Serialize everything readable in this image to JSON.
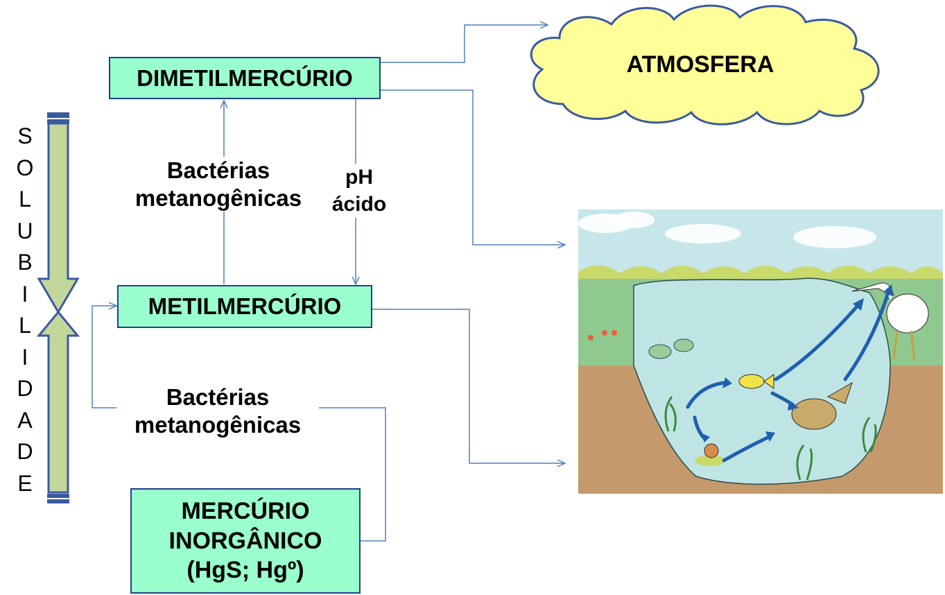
{
  "boxes": {
    "dimetil": "DIMETILMERCÚRIO",
    "metil": "METILMERCÚRIO",
    "inorganico_line1": "MERCÚRIO",
    "inorganico_line2": "INORGÂNICO",
    "inorganico_line3": "(HgS; Hgº)"
  },
  "labels": {
    "bacterias_top_line1": "Bactérias",
    "bacterias_top_line2": "metanogênicas",
    "ph_line1": "pH",
    "ph_line2": "ácido",
    "bacterias_bottom_line1": "Bactérias",
    "bacterias_bottom_line2": "metanogênicas"
  },
  "atmosfera": "ATMOSFERA",
  "solubilidade_letters": [
    "S",
    "O",
    "L",
    "U",
    "B",
    "I",
    "L",
    "I",
    "D",
    "A",
    "D",
    "E"
  ],
  "colors": {
    "box_fill": "#99ffcc",
    "box_border": "#1f3f8f",
    "connector": "#4f81bd",
    "cloud_fill": "#ffff99",
    "cloud_stroke": "#3a5a9f",
    "bar_fill": "#c3d69b",
    "bar_border": "#3a5a9f",
    "water": "#bfe4e4",
    "soil": "#c49a6c",
    "grass": "#8fc98f",
    "fish_arrow": "#1f5fae"
  }
}
